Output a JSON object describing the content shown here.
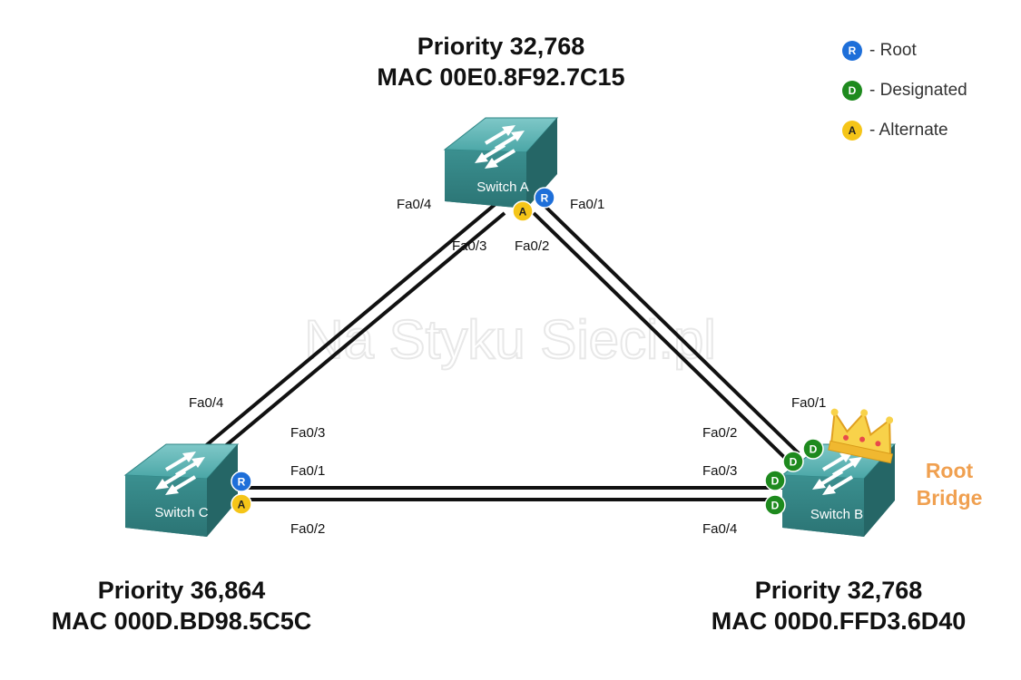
{
  "watermark": "Na Styku Sieci.pl",
  "legend": {
    "items": [
      {
        "letter": "R",
        "label": "- Root",
        "color": "#1e6fd9"
      },
      {
        "letter": "D",
        "label": "- Designated",
        "color": "#1e8a1e"
      },
      {
        "letter": "A",
        "label": "- Alternate",
        "color": "#f5c518"
      }
    ]
  },
  "switches": {
    "a": {
      "name": "Switch A",
      "priority": "Priority 32,768",
      "mac": "MAC 00E0.8F92.7C15"
    },
    "b": {
      "name": "Switch B",
      "priority": "Priority 32,768",
      "mac": "MAC 00D0.FFD3.6D40",
      "root_label_1": "Root",
      "root_label_2": "Bridge"
    },
    "c": {
      "name": "Switch C",
      "priority": "Priority 36,864",
      "mac": "MAC 000D.BD98.5C5C"
    }
  },
  "ports": {
    "a_fa04": "Fa0/4",
    "a_fa03": "Fa0/3",
    "a_fa01": "Fa0/1",
    "a_fa02": "Fa0/2",
    "c_fa04": "Fa0/4",
    "c_fa03": "Fa0/3",
    "c_fa01": "Fa0/1",
    "c_fa02": "Fa0/2",
    "b_fa01": "Fa0/1",
    "b_fa02": "Fa0/2",
    "b_fa03": "Fa0/3",
    "b_fa04": "Fa0/4"
  },
  "port_roles": {
    "a_fa01": "R",
    "a_fa02": "A",
    "c_fa01": "R",
    "c_fa02": "A",
    "b_fa01": "D",
    "b_fa02": "D",
    "b_fa03": "D",
    "b_fa04": "D"
  },
  "colors": {
    "root": "#1e6fd9",
    "designated": "#1e8a1e",
    "alternate": "#f5c518",
    "switch": "#3a9a9a",
    "root_bridge_text": "#f0a050"
  }
}
